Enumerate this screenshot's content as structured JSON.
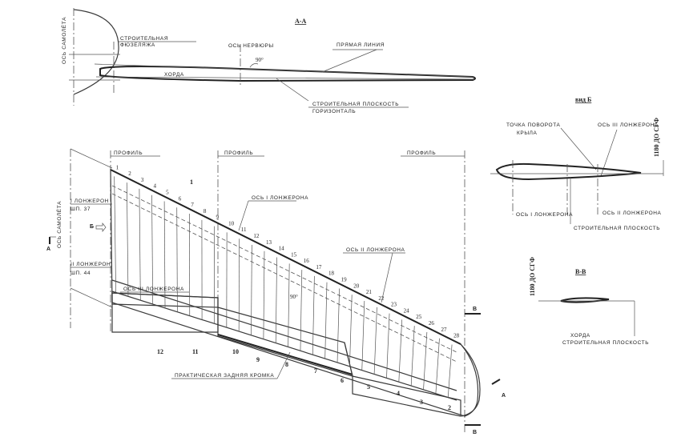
{
  "view_aa": {
    "title": "А-А",
    "fuselage_axis": "ОСЬ САМОЛЁТА",
    "fuselage_construction": "СТРОИТЕЛЬНАЯ\nФЮЗЕЛЯЖА",
    "rib_axis": "ОСЬ НЕРВЮРЫ",
    "angle": "90°",
    "straight_line": "ПРЯМАЯ ЛИНИЯ",
    "chord": "ХОРДА",
    "construction_plane": "СТРОИТЕЛЬНАЯ ПЛОСКОСТЬ",
    "horizontal": "ГОРИЗОНТАЛЬ"
  },
  "view_b": {
    "title": "вид Б",
    "pivot_point": "ТОЧКА ПОВОРОТА\nКРЫЛА",
    "spar3_axis": "ОСЬ III ЛОНЖЕРОНА",
    "dimension": "1180 ДО СГФ",
    "spar1_axis": "ОСЬ I ЛОНЖЕРОНА",
    "spar2_axis": "ОСЬ II ЛОНЖЕРОНА",
    "construction_plane": "СТРОИТЕЛЬНАЯ ПЛОСКОСТЬ"
  },
  "view_vv": {
    "title": "В-В",
    "dimension": "1180 ДО СГФ",
    "chord": "ХОРДА",
    "construction_plane": "СТРОИТЕЛЬНАЯ ПЛОСКОСТЬ"
  },
  "plan": {
    "profile_label": "ПРОФИЛЬ",
    "aircraft_axis": "ОСЬ САМОЛЁТА",
    "spar1": "I ЛОНЖЕРОН",
    "frame37": "ШП. 37",
    "spar2": "II ЛОНЖЕРОН",
    "frame44": "ШП. 44",
    "spar1_axis": "ОСЬ I ЛОНЖЕРОНА",
    "spar2_axis": "ОСЬ II ЛОНЖЕРОНА",
    "spar3_axis": "ОСЬ III ЛОНЖЕРОНА",
    "trailing_edge": "ПРАКТИЧЕСКАЯ ЗАДНЯЯ КРОМКА",
    "angle": "90°",
    "view_b_marker": "Б",
    "section_a": "А",
    "section_v": "В",
    "rib_numbers": [
      "1",
      "2",
      "3",
      "4",
      "5",
      "6",
      "7",
      "8",
      "9",
      "10",
      "11",
      "12",
      "13",
      "14",
      "15",
      "16",
      "17",
      "18",
      "19",
      "20",
      "21",
      "22",
      "23",
      "24",
      "25",
      "26",
      "27",
      "28"
    ],
    "part_numbers": [
      "1",
      "2",
      "3",
      "4",
      "5",
      "6",
      "7",
      "8",
      "9",
      "10",
      "11",
      "12"
    ]
  }
}
